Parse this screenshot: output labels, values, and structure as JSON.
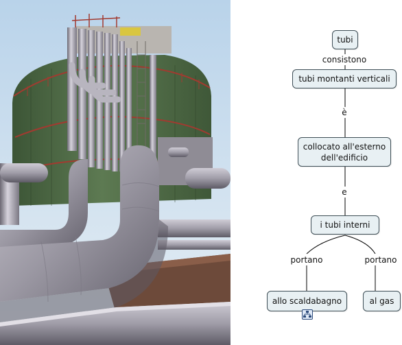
{
  "photo": {
    "subject": "industrial storage tank with pipes",
    "palette": {
      "sky": "#cfe0ef",
      "tank": "#4f6b45",
      "pipe": "#9a97a3",
      "pipe_light": "#c9c6cf",
      "pipe_dark": "#5f5c66",
      "base": "#6d4a3a"
    }
  },
  "concept_map": {
    "nodes": {
      "tubi": "tubi",
      "montanti": "tubi montanti verticali",
      "collocato": "collocato all'esterno dell'edificio",
      "interni": "i tubi interni",
      "scaldabagno": "allo scaldabagno",
      "gas": "al gas"
    },
    "links": {
      "consistono": "consistono",
      "e_accent": "è",
      "e": "e",
      "portano_left": "portano",
      "portano_right": "portano"
    },
    "colors": {
      "node_bg": "#e8f0f3",
      "node_border": "#3d4d55",
      "line": "#000000"
    },
    "submap_icon": "submap-icon"
  }
}
